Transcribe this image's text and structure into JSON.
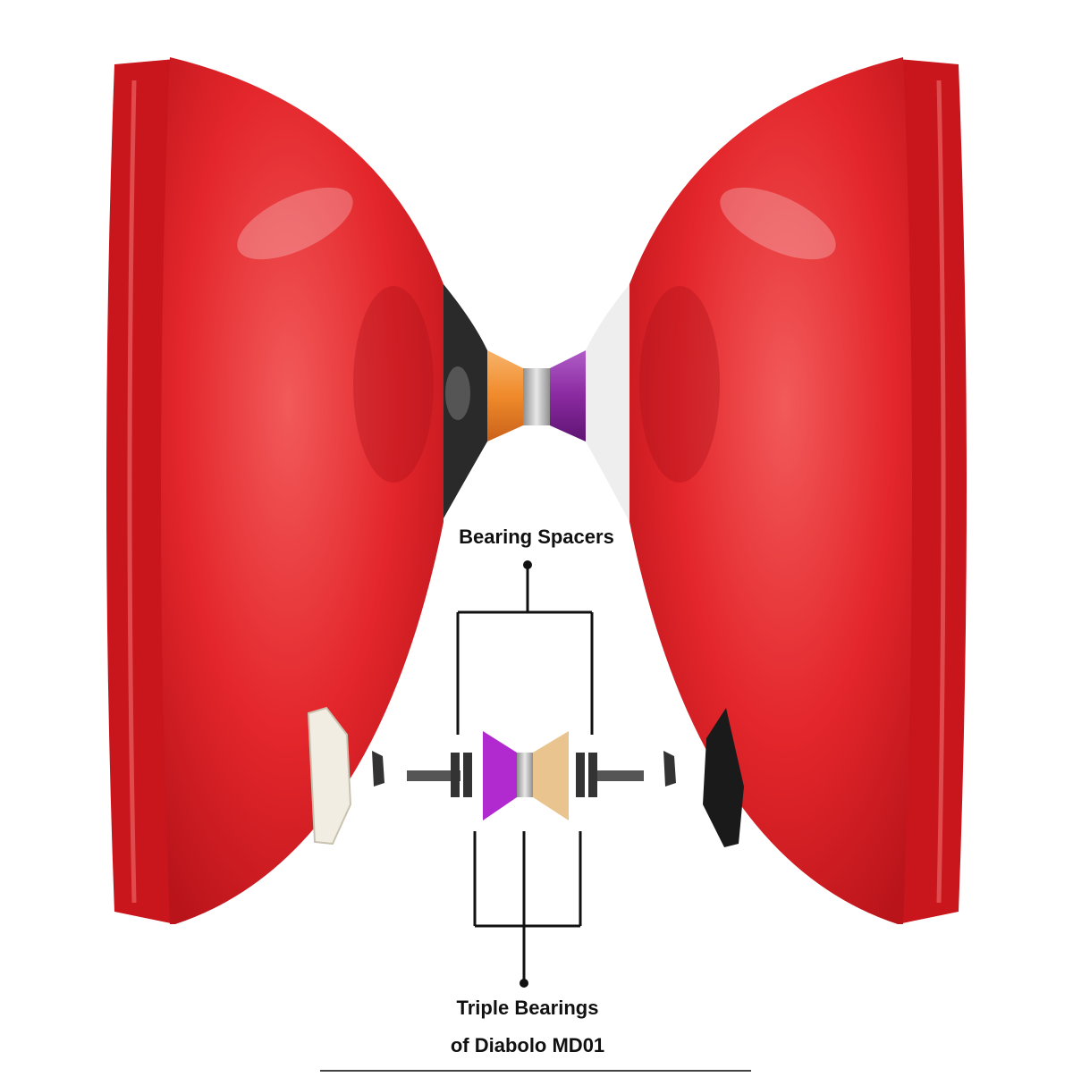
{
  "labels": {
    "spacers": "Bearing Spacers",
    "bearings_line1": "Triple Bearings",
    "bearings_line2": "of Diabolo MD01"
  },
  "colors": {
    "cup_red": "#e3262b",
    "cup_red_dark": "#b8141a",
    "cup_red_light": "#f25a5a",
    "spacer_orange": "#f08a2a",
    "spacer_purple": "#8a2aa0",
    "bearing_purple": "#b02ad0",
    "bearing_tan": "#e9c48e",
    "end_cap_black": "#1a1a1a",
    "end_cap_white": "#f2ede2",
    "axle_gray": "#555555",
    "leader_line": "#111111"
  }
}
